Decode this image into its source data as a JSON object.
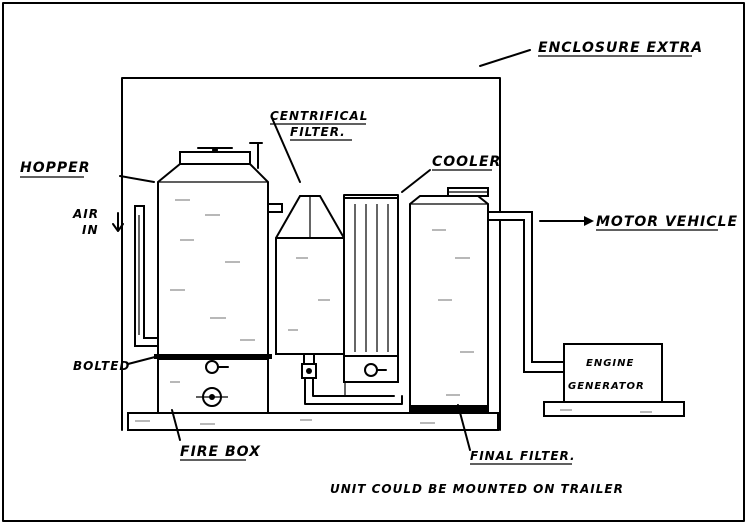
{
  "labels": {
    "enclosure": "ENCLOSURE EXTRA",
    "centrifical": "CENTRIFICAL",
    "filter": "FILTER.",
    "hopper": "HOPPER",
    "cooler": "COOLER",
    "air": "AIR",
    "in": "IN",
    "motor_vehicle": "MOTOR VEHICLE",
    "bolted": "BOLTED",
    "engine": "ENGINE",
    "generator": "GENERATOR",
    "fire_box": "FIRE BOX",
    "final_filter": "FINAL FILTER.",
    "caption": "UNIT COULD BE MOUNTED ON TRAILER"
  },
  "colors": {
    "ink": "#000000",
    "paper": "#ffffff"
  }
}
